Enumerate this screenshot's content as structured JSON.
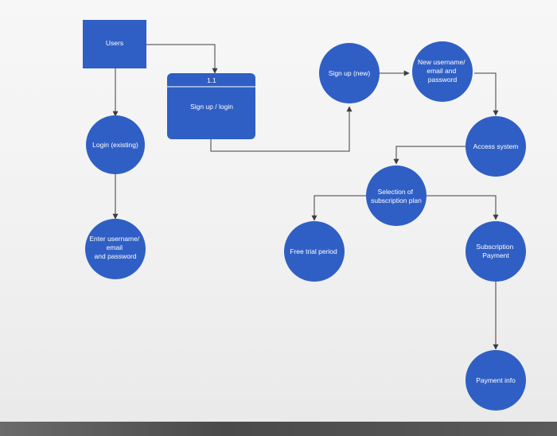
{
  "colors": {
    "node_fill": "#2f5fc4",
    "edge": "#3e3e3e"
  },
  "nodes": {
    "users": {
      "label": [
        "Users"
      ]
    },
    "process": {
      "id": "1.1",
      "label": [
        "Sign up / login"
      ]
    },
    "signup_new": {
      "label": [
        "Sign up (new)"
      ]
    },
    "new_credentials": {
      "label": [
        "New username/",
        "email and",
        "password"
      ]
    },
    "access_system": {
      "label": [
        "Access system"
      ]
    },
    "login_existing": {
      "label": [
        "Login (existing)"
      ]
    },
    "enter_credentials": {
      "label": [
        "Enter username/",
        "email",
        "and password"
      ]
    },
    "selection_plan": {
      "label": [
        "Selection of",
        "subscription plan"
      ]
    },
    "free_trial": {
      "label": [
        "Free trial period"
      ]
    },
    "subscription_payment": {
      "label": [
        "Subscription",
        "Payment"
      ]
    },
    "payment_info": {
      "label": [
        "Payment info"
      ]
    }
  }
}
